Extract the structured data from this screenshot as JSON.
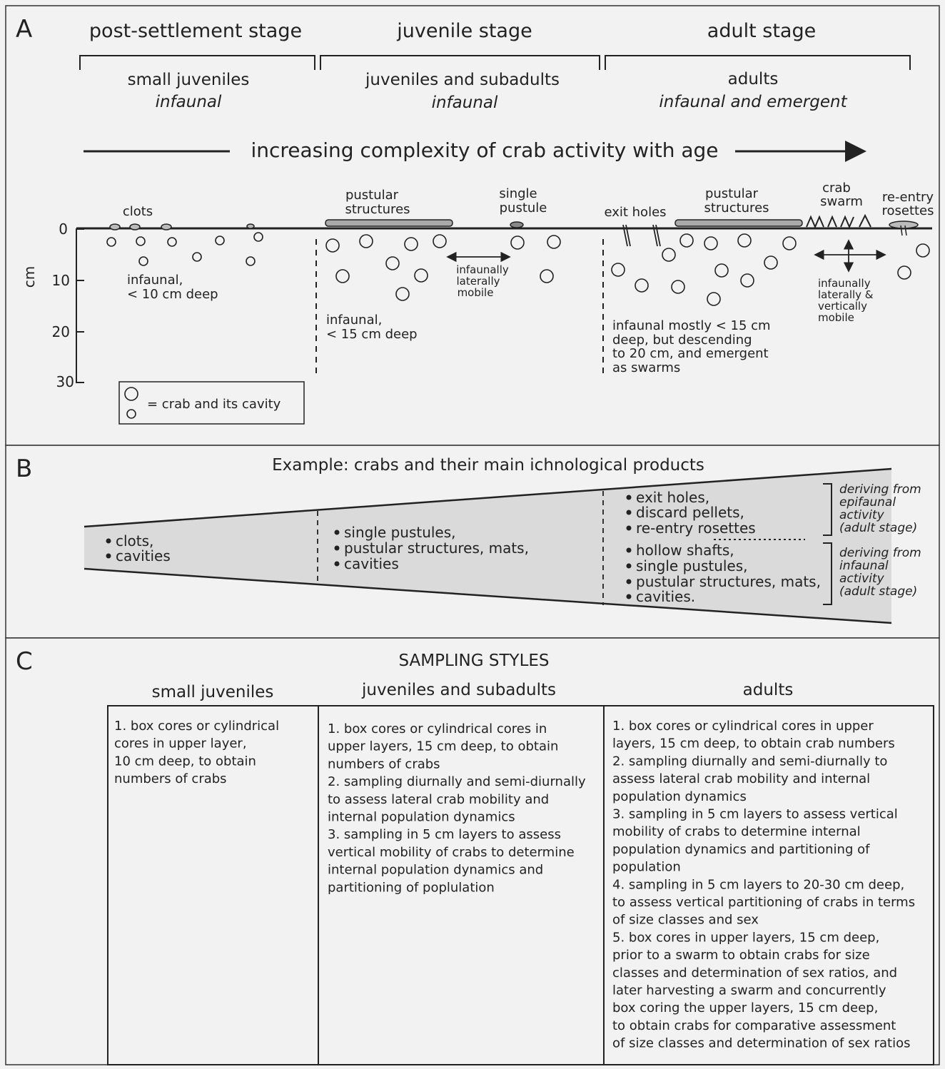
{
  "panelA": {
    "letter": "A",
    "stages": [
      "post-settlement stage",
      "juvenile stage",
      "adult stage"
    ],
    "groups": [
      {
        "name": "small juveniles",
        "mode": "infaunal"
      },
      {
        "name": "juveniles and subadults",
        "mode": "infaunal"
      },
      {
        "name": "adults",
        "mode": "infaunal and emergent"
      }
    ],
    "arrow_text": "increasing complexity of crab activity with age",
    "depth_axis": {
      "unit": "cm",
      "ticks": [
        "0",
        "10",
        "20",
        "30"
      ]
    },
    "surface_labels": {
      "clots": "clots",
      "pustular1": [
        "pustular",
        "structures"
      ],
      "single_pustule": [
        "single",
        "pustule"
      ],
      "exit_holes": "exit holes",
      "pustular2": [
        "pustular",
        "structures"
      ],
      "crab_swarm": [
        "crab",
        "swarm"
      ],
      "reentry": [
        "re-entry",
        "rosettes"
      ]
    },
    "notes": {
      "infaunal10": [
        "infaunal,",
        "< 10 cm deep"
      ],
      "infaunal15": [
        "infaunal,",
        "< 15 cm deep"
      ],
      "lateral": [
        "infaunally",
        "laterally",
        "mobile"
      ],
      "adult_note": [
        "infaunal mostly < 15 cm",
        "deep, but descending",
        "to 20 cm, and emergent",
        "as swarms"
      ],
      "lat_vert": [
        "infaunally",
        "laterally &",
        "vertically",
        "mobile"
      ]
    },
    "legend": "= crab and its cavity"
  },
  "panelB": {
    "letter": "B",
    "title": "Example: crabs and their main ichnological products",
    "col1": [
      "clots,",
      "cavities"
    ],
    "col2": [
      "single pustules,",
      "pustular structures, mats,",
      "cavities"
    ],
    "col3_epi": [
      "exit holes,",
      "discard pellets,",
      "re-entry rosettes"
    ],
    "col3_inf": [
      "hollow shafts,",
      "single pustules,",
      "pustular structures, mats,",
      "cavities."
    ],
    "note_epi": [
      "deriving from",
      "epifaunal",
      "activity",
      "(adult stage)"
    ],
    "note_inf": [
      "deriving from",
      "infaunal",
      "activity",
      "(adult stage)"
    ]
  },
  "panelC": {
    "letter": "C",
    "title": "SAMPLING STYLES",
    "headers": [
      "small juveniles",
      "juveniles and subadults",
      "adults"
    ],
    "col1": [
      "1. box cores or cylindrical",
      "cores in upper layer,",
      "10 cm deep, to obtain",
      "numbers of crabs"
    ],
    "col2": [
      "1. box cores or cylindrical cores  in",
      "upper layers, 15 cm deep, to obtain",
      " numbers of crabs",
      "2. sampling diurnally and semi-diurnally",
      "to assess lateral crab mobility and",
      "internal population dynamics",
      "3. sampling in 5 cm layers to assess",
      "vertical mobility of crabs to determine",
      "internal population dynamics and",
      "partitioning of poplulation"
    ],
    "col3": [
      "1. box cores or cylindrical cores in upper",
      "layers, 15 cm deep, to obtain crab numbers",
      "2. sampling diurnally and semi-diurnally to",
      "assess lateral crab mobility and internal",
      "population dynamics",
      "3. sampling in 5 cm layers to assess vertical",
      "mobility of crabs to determine internal",
      "population dynamics and partitioning of",
      "population",
      "4. sampling in 5 cm layers to 20-30 cm deep,",
      "to assess vertical partitioning of crabs in terms",
      "of size classes and sex",
      "5. box cores in upper layers, 15 cm deep,",
      "prior to a swarm to obtain crabs for size",
      "classes and determination of sex ratios, and",
      "later harvesting a swarm and concurrently",
      "box coring the upper layers, 15 cm deep,",
      "to obtain crabs for comparative assessment",
      "of size classes and determination of sex ratios"
    ]
  }
}
